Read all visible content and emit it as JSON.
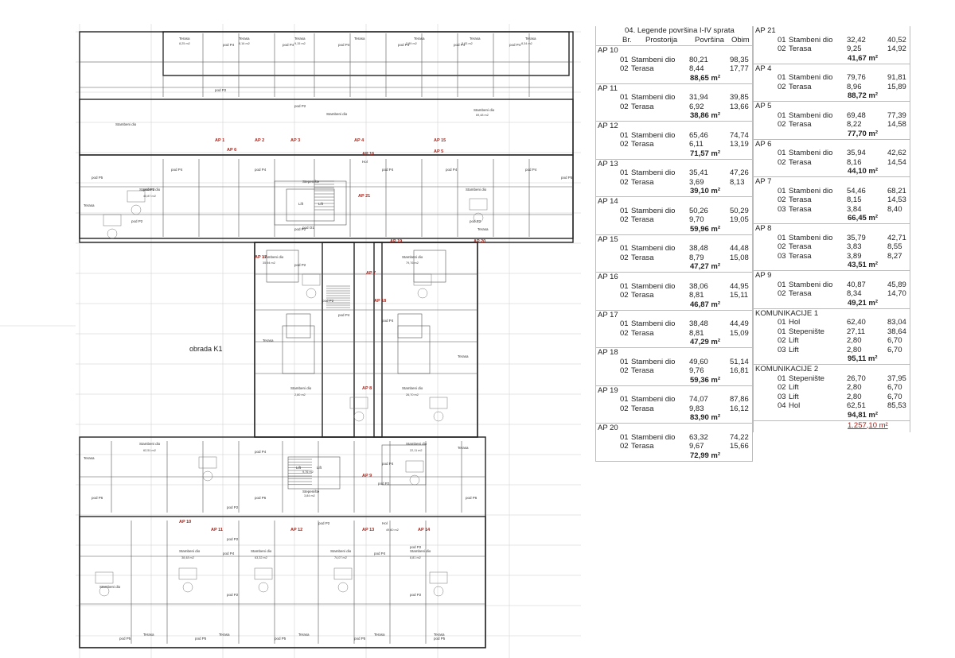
{
  "plan": {
    "labels": {
      "obrada": "obrada K1",
      "pod_p2": "pod P2",
      "pod_p4": "pod P4",
      "pod_p5": "pod P5",
      "pod_p6": "pod P6",
      "pod_o1": "pod O1",
      "terasa": "Terasa",
      "stambeni": "Stambeni dio",
      "stepeniste": "Stepenište",
      "hol": "Hol",
      "lift": "Lift"
    },
    "ap_marks": [
      "AP 1",
      "AP 2",
      "AP 3",
      "AP 4",
      "AP 5",
      "AP 6",
      "AP 7",
      "AP 8",
      "AP 9",
      "AP 10",
      "AP 11",
      "AP 12",
      "AP 13",
      "AP 14",
      "AP 15",
      "AP 16",
      "AP 17",
      "AP 18",
      "AP 19",
      "AP 20",
      "AP 21"
    ],
    "room_values": [
      "8,25 m2",
      "8,16 m2",
      "9,15 m2",
      "3,89 m2",
      "3,83 m2",
      "8,34 m2",
      "69,48 m2",
      "40,87 m2",
      "35,94 m2",
      "79,76 m2",
      "2,80 m2",
      "26,70 m2",
      "62,51 m2",
      "22,11 m2",
      "3,84 m2",
      "9,76 m2",
      "49,60 m2",
      "38,48 m2",
      "63,32 m2",
      "74,07 m2",
      "8,81 m2"
    ]
  },
  "legend": {
    "title": "04. Legende površina I-IV sprata",
    "headers": {
      "br": "Br.",
      "prostorija": "Prostorija",
      "povrsina": "Površina",
      "obim": "Obim"
    },
    "col1": [
      {
        "ap": "AP 10",
        "rows": [
          [
            "01",
            "Stambeni dio",
            "80,21",
            "98,35"
          ],
          [
            "02",
            "Terasa",
            "8,44",
            "17,77"
          ]
        ],
        "total": "88,65 m²"
      },
      {
        "ap": "AP 11",
        "rows": [
          [
            "01",
            "Stambeni dio",
            "31,94",
            "39,85"
          ],
          [
            "02",
            "Terasa",
            "6,92",
            "13,66"
          ]
        ],
        "total": "38,86 m²"
      },
      {
        "ap": "AP 12",
        "rows": [
          [
            "01",
            "Stambeni dio",
            "65,46",
            "74,74"
          ],
          [
            "02",
            "Terasa",
            "6,11",
            "13,19"
          ]
        ],
        "total": "71,57 m²"
      },
      {
        "ap": "AP 13",
        "rows": [
          [
            "01",
            "Stambeni dio",
            "35,41",
            "47,26"
          ],
          [
            "02",
            "Terasa",
            "3,69",
            "8,13"
          ]
        ],
        "total": "39,10 m²"
      },
      {
        "ap": "AP 14",
        "rows": [
          [
            "01",
            "Stambeni dio",
            "50,26",
            "50,29"
          ],
          [
            "02",
            "Terasa",
            "9,70",
            "19,05"
          ]
        ],
        "total": "59,96 m²"
      },
      {
        "ap": "AP 15",
        "rows": [
          [
            "01",
            "Stambeni dio",
            "38,48",
            "44,48"
          ],
          [
            "02",
            "Terasa",
            "8,79",
            "15,08"
          ]
        ],
        "total": "47,27 m²"
      },
      {
        "ap": "AP 16",
        "rows": [
          [
            "01",
            "Stambeni dio",
            "38,06",
            "44,95"
          ],
          [
            "02",
            "Terasa",
            "8,81",
            "15,11"
          ]
        ],
        "total": "46,87 m²"
      },
      {
        "ap": "AP 17",
        "rows": [
          [
            "01",
            "Stambeni dio",
            "38,48",
            "44,49"
          ],
          [
            "02",
            "Terasa",
            "8,81",
            "15,09"
          ]
        ],
        "total": "47,29 m²"
      },
      {
        "ap": "AP 18",
        "rows": [
          [
            "01",
            "Stambeni dio",
            "49,60",
            "51,14"
          ],
          [
            "02",
            "Terasa",
            "9,76",
            "16,81"
          ]
        ],
        "total": "59,36 m²"
      },
      {
        "ap": "AP 19",
        "rows": [
          [
            "01",
            "Stambeni dio",
            "74,07",
            "87,86"
          ],
          [
            "02",
            "Terasa",
            "9,83",
            "16,12"
          ]
        ],
        "total": "83,90 m²"
      },
      {
        "ap": "AP 20",
        "rows": [
          [
            "01",
            "Stambeni dio",
            "63,32",
            "74,22"
          ],
          [
            "02",
            "Terasa",
            "9,67",
            "15,66"
          ]
        ],
        "total": "72,99 m²"
      }
    ],
    "col2": [
      {
        "ap": "AP 21",
        "rows": [
          [
            "01",
            "Stambeni dio",
            "32,42",
            "40,52"
          ],
          [
            "02",
            "Terasa",
            "9,25",
            "14,92"
          ]
        ],
        "total": "41,67 m²"
      },
      {
        "ap": "AP 4",
        "rows": [
          [
            "01",
            "Stambeni dio",
            "79,76",
            "91,81"
          ],
          [
            "02",
            "Terasa",
            "8,96",
            "15,89"
          ]
        ],
        "total": "88,72 m²"
      },
      {
        "ap": "AP 5",
        "rows": [
          [
            "01",
            "Stambeni dio",
            "69,48",
            "77,39"
          ],
          [
            "02",
            "Terasa",
            "8,22",
            "14,58"
          ]
        ],
        "total": "77,70 m²"
      },
      {
        "ap": "AP 6",
        "rows": [
          [
            "01",
            "Stambeni dio",
            "35,94",
            "42,62"
          ],
          [
            "02",
            "Terasa",
            "8,16",
            "14,54"
          ]
        ],
        "total": "44,10 m²"
      },
      {
        "ap": "AP 7",
        "rows": [
          [
            "01",
            "Stambeni dio",
            "54,46",
            "68,21"
          ],
          [
            "02",
            "Terasa",
            "8,15",
            "14,53"
          ],
          [
            "03",
            "Terasa",
            "3,84",
            "8,40"
          ]
        ],
        "total": "66,45 m²"
      },
      {
        "ap": "AP 8",
        "rows": [
          [
            "01",
            "Stambeni dio",
            "35,79",
            "42,71"
          ],
          [
            "02",
            "Terasa",
            "3,83",
            "8,55"
          ],
          [
            "03",
            "Terasa",
            "3,89",
            "8,27"
          ]
        ],
        "total": "43,51 m²"
      },
      {
        "ap": "AP 9",
        "rows": [
          [
            "01",
            "Stambeni dio",
            "40,87",
            "45,89"
          ],
          [
            "02",
            "Terasa",
            "8,34",
            "14,70"
          ]
        ],
        "total": "49,21 m²"
      },
      {
        "ap": "KOMUNIKACIJE 1",
        "rows": [
          [
            "01",
            "Hol",
            "62,40",
            "83,04"
          ],
          [
            "01",
            "Stepenište",
            "27,11",
            "38,64"
          ],
          [
            "02",
            "Lift",
            "2,80",
            "6,70"
          ],
          [
            "03",
            "Lift",
            "2,80",
            "6,70"
          ]
        ],
        "total": "95,11 m²"
      },
      {
        "ap": "KOMUNIKACIJE 2",
        "rows": [
          [
            "01",
            "Stepenište",
            "26,70",
            "37,95"
          ],
          [
            "02",
            "Lift",
            "2,80",
            "6,70"
          ],
          [
            "03",
            "Lift",
            "2,80",
            "6,70"
          ],
          [
            "04",
            "Hol",
            "62,51",
            "85,53"
          ]
        ],
        "total": "94,81 m²"
      }
    ],
    "grand_total": "1.257,10 m²"
  }
}
